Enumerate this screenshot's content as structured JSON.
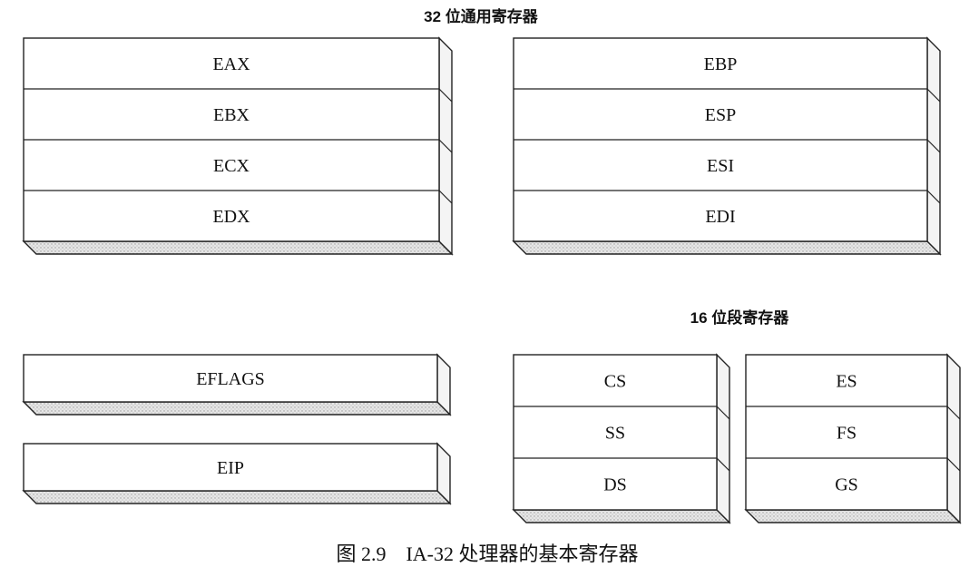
{
  "headings": {
    "gp32": "32 位通用寄存器",
    "seg16": "16 位段寄存器"
  },
  "stacks": {
    "gp_left": [
      "EAX",
      "EBX",
      "ECX",
      "EDX"
    ],
    "gp_right": [
      "EBP",
      "ESP",
      "ESI",
      "EDI"
    ],
    "flags": [
      "EFLAGS"
    ],
    "ip": [
      "EIP"
    ],
    "seg_left": [
      "CS",
      "SS",
      "DS"
    ],
    "seg_right": [
      "ES",
      "FS",
      "GS"
    ]
  },
  "caption": "图 2.9　IA-32 处理器的基本寄存器"
}
